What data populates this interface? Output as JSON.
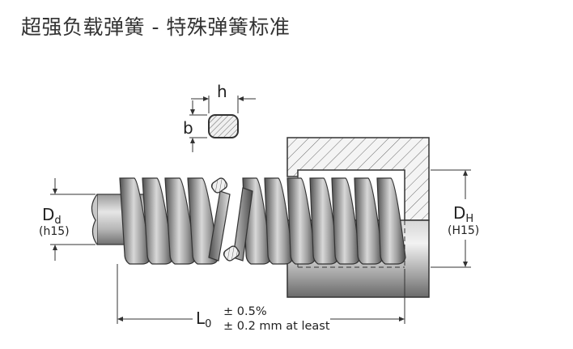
{
  "title": "超强负载弹簧 - 特殊弹簧标准",
  "labels": {
    "h": "h",
    "b": "b",
    "dd_main": "D",
    "dd_sub": "d",
    "dd_tol": "(h15)",
    "dh_main": "D",
    "dh_sub": "H",
    "dh_tol": "(H15)",
    "l0_main": "L",
    "l0_sub": "0",
    "tol_1": "± 0.5%",
    "tol_2": "± 0.2 mm at least"
  },
  "colors": {
    "line": "#333333",
    "coil_dark": "#5a5a5a",
    "coil_light": "#d0d0d0",
    "rod_dark": "#8a8a8a",
    "rod_light": "#e0e0e0",
    "text": "#222222"
  }
}
